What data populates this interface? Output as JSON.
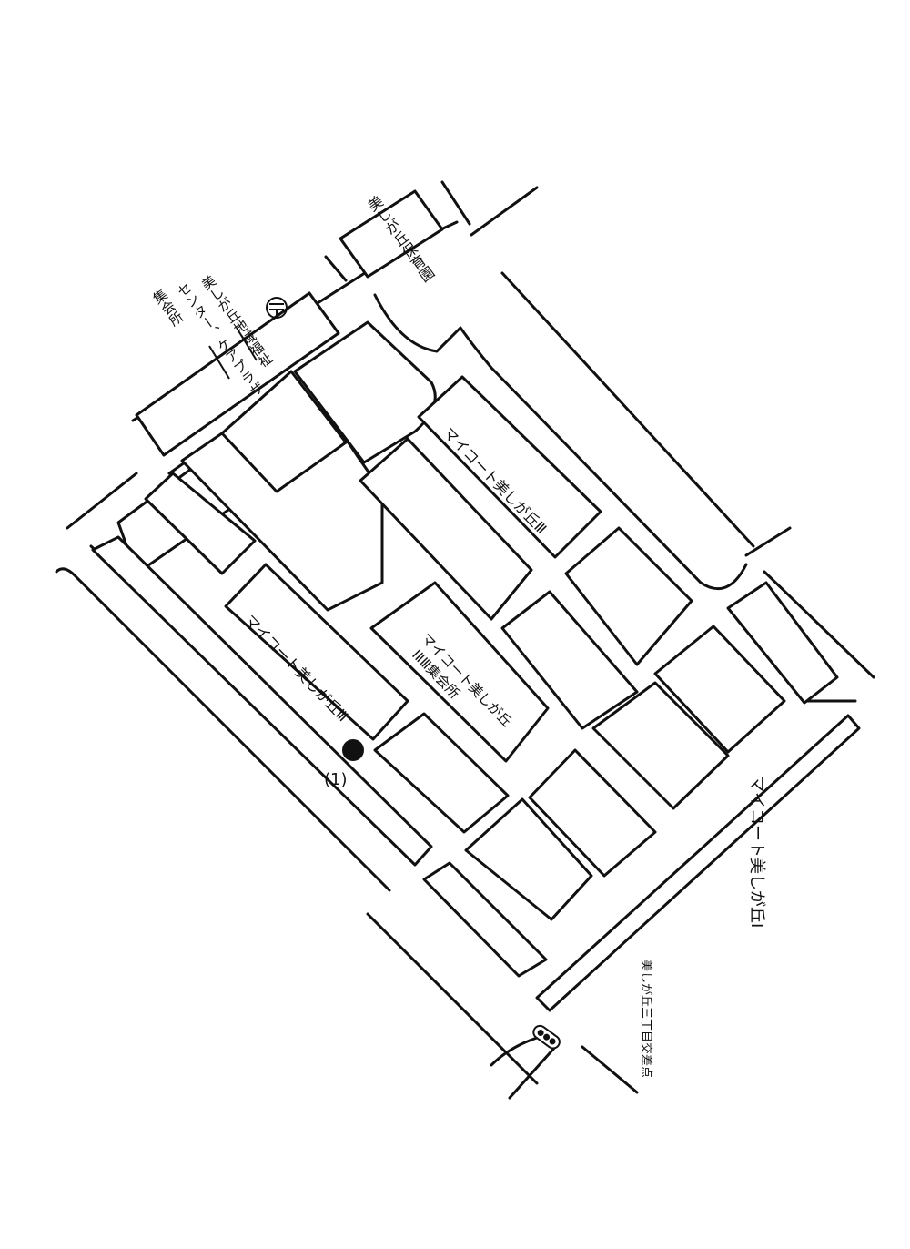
{
  "labels": {
    "nursery": "美しが丘保育園",
    "welfare_line1": "美しが丘地域福祉",
    "welfare_line2": "センター、ケアプラザ",
    "welfare_line3": "集会所",
    "apt_iii_top": "マイコート美しが丘Ⅲ",
    "apt_iii_bottom": "マイコート美しが丘Ⅲ",
    "apt_meeting_line1": "マイコート美しが丘",
    "apt_meeting_line2": "ⅠⅡⅢ集会所",
    "apt_i": "マイコート美しが丘Ⅰ",
    "point_marker": "(1)",
    "intersection": "美しが丘三丁目交差点"
  },
  "icons": {
    "post_office": "post-office-icon",
    "traffic_light": "traffic-light-icon",
    "point": "location-dot-icon"
  },
  "colors": {
    "ink": "#111111",
    "paper": "#ffffff"
  }
}
